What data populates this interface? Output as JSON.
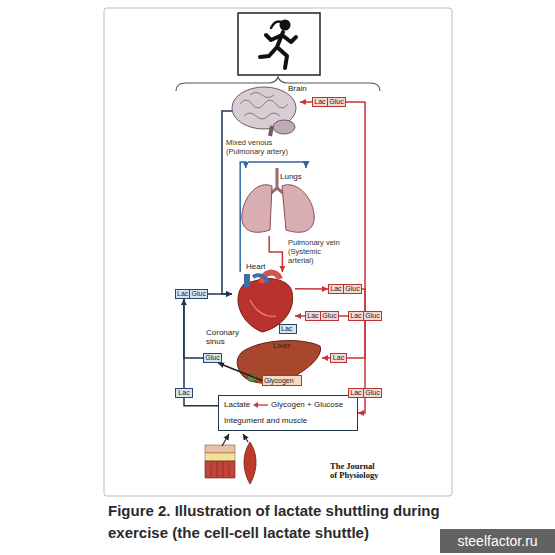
{
  "diagram": {
    "caption": "Figure 2. Illustration of lactate shuttling during exercise (the cell-cell lactate shuttle)",
    "nodes": [
      {
        "text": [
          "Brain"
        ]
      },
      {
        "text": [
          "Lungs"
        ]
      },
      {
        "text": [
          "Heart",
          "Coronary sinus"
        ]
      },
      {
        "text": [
          "Lac"
        ],
        "in": 2
      },
      {
        "text": [
          "Liver"
        ]
      },
      {
        "text": [
          "Glycogen"
        ],
        "in": 4
      },
      {
        "text": [
          "Lactate",
          "Glycogen + Glucose",
          "Integument and muscle"
        ]
      },
      {
        "text": [
          "Lac",
          "Gluc"
        ]
      },
      {
        "text": [
          "Lac",
          "Gluc"
        ]
      },
      {
        "text": [
          "Lac",
          "Gluc"
        ]
      },
      {
        "text": [
          "Lac",
          "Gluc"
        ]
      },
      {
        "text": [
          "Lac",
          "Gluc"
        ]
      },
      {
        "text": [
          "Gluc"
        ]
      },
      {
        "text": [
          "Lac"
        ]
      },
      {
        "text": [
          "Lac"
        ]
      },
      {
        "text": [
          "Lac",
          "Gluc"
        ]
      }
    ],
    "edges": [
      {
        "from": 2,
        "to": 1,
        "arrow": "to",
        "label": "Mixed venous (Pulmonary artery)"
      },
      {
        "from": 1,
        "to": 2,
        "arrow": "to",
        "label": "Pulmonary vein (Systemic arterial)"
      },
      {
        "from": 0,
        "to": 2,
        "arrow": "to"
      },
      {
        "from": 11,
        "to": 2,
        "arrow": "to"
      },
      {
        "from": 6,
        "to": 14,
        "arrow": "none"
      },
      {
        "from": 14,
        "to": 11,
        "arrow": "none"
      },
      {
        "from": 5,
        "to": 12,
        "arrow": "to"
      },
      {
        "from": 12,
        "to": 11,
        "arrow": "to"
      },
      {
        "from": 2,
        "to": 8,
        "arrow": "to"
      },
      {
        "from": 10,
        "to": 9,
        "arrow": "none"
      },
      {
        "from": 9,
        "to": 2,
        "arrow": "to"
      },
      {
        "from": 8,
        "to": 10,
        "arrow": "none"
      },
      {
        "from": 10,
        "to": 7,
        "arrow": "none"
      },
      {
        "from": 7,
        "to": 0,
        "arrow": "to"
      },
      {
        "from": 10,
        "to": 13,
        "arrow": "none"
      },
      {
        "from": 13,
        "to": 4,
        "arrow": "to"
      },
      {
        "from": 10,
        "to": 15,
        "arrow": "none"
      },
      {
        "from": 15,
        "to": 6,
        "arrow": "to"
      }
    ],
    "labels": [
      "The Journal of Physiology",
      "steelfactor.ru"
    ]
  }
}
